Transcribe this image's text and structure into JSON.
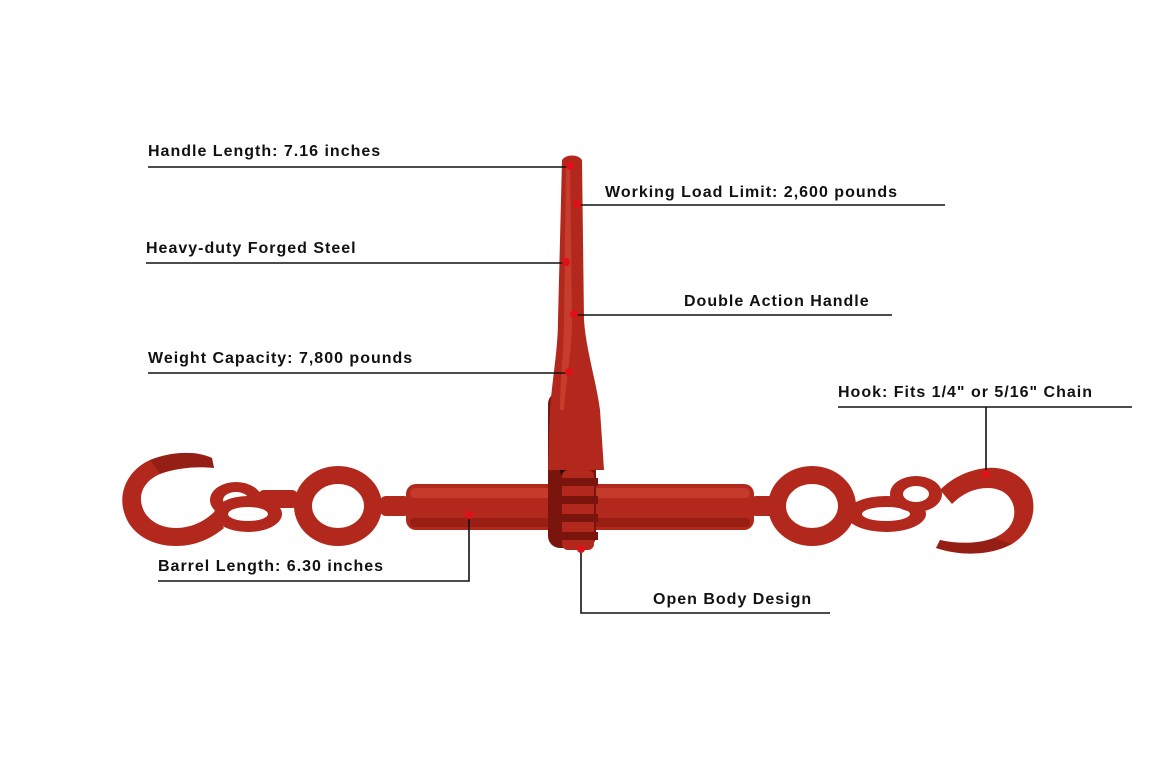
{
  "colors": {
    "metal": "#b3281c",
    "metal_dark": "#7a150d",
    "metal_light": "#d24a38",
    "leader_line": "#111111",
    "marker_dot": "#e0101a",
    "label_text": "#111111"
  },
  "callouts": {
    "handle_length": "Handle Length: 7.16 inches",
    "working_load_limit": "Working Load Limit: 2,600 pounds",
    "forged_steel": "Heavy-duty Forged Steel",
    "double_action": "Double Action Handle",
    "weight_capacity": "Weight Capacity: 7,800 pounds",
    "hook": "Hook: Fits 1/4\" or 5/16\" Chain",
    "barrel_length": "Barrel Length: 6.30 inches",
    "open_body": "Open Body Design"
  }
}
